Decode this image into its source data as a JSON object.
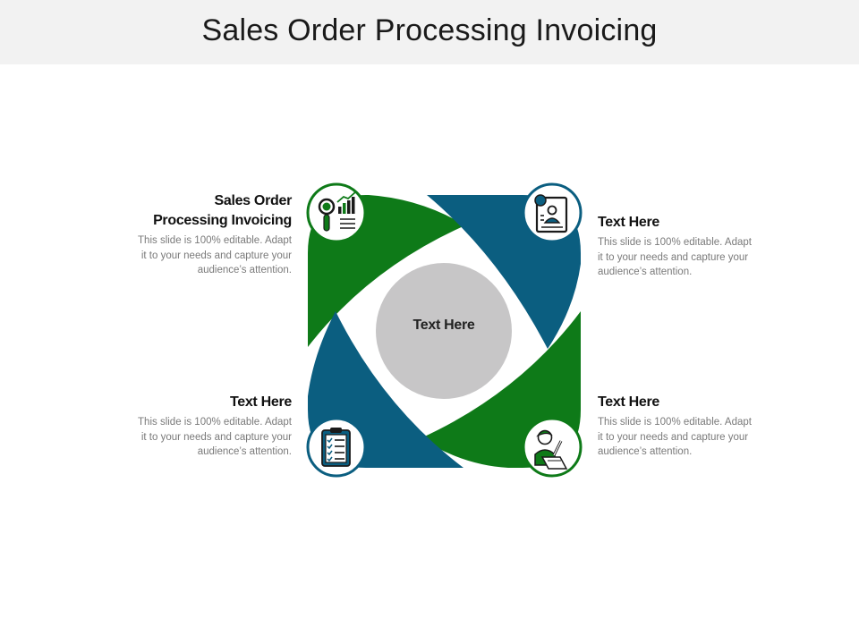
{
  "title": "Sales Order Processing Invoicing",
  "colors": {
    "green": "#0e7a18",
    "blue": "#0b5e80",
    "center": "#c7c6c7",
    "title_bar": "#f2f2f2"
  },
  "center": {
    "label": "Text Here"
  },
  "blocks": [
    {
      "id": "top-left",
      "title_line1": "Sales Order",
      "title_line2": "Processing Invoicing",
      "body": [
        "This slide is 100% editable. Adapt",
        "it to your needs and capture your",
        "audience’s attention."
      ],
      "icon": "analytics-search-icon"
    },
    {
      "id": "top-right",
      "title": "Text Here",
      "body": [
        "This slide is 100% editable. Adapt",
        "it to your needs and capture your",
        "audience’s attention."
      ],
      "icon": "user-profile-document-icon"
    },
    {
      "id": "bottom-left",
      "title": "Text Here",
      "body": [
        "This slide is 100% editable. Adapt",
        "it to your needs and capture your",
        "audience’s attention."
      ],
      "icon": "clipboard-checklist-icon"
    },
    {
      "id": "bottom-right",
      "title": "Text Here",
      "body": [
        "This slide is 100% editable. Adapt",
        "it to your needs and capture your",
        "audience’s attention."
      ],
      "icon": "person-signing-document-icon"
    }
  ]
}
